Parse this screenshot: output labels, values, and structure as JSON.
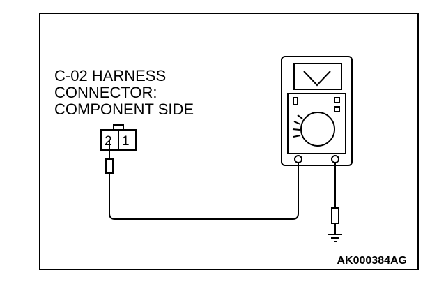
{
  "diagram": {
    "label_lines": [
      "C-02 HARNESS",
      "CONNECTOR:",
      "COMPONENT SIDE"
    ],
    "connector_pins": [
      "2",
      "1"
    ],
    "figure_code": "AK000384AG",
    "icons": [
      "connector-icon",
      "multimeter-icon",
      "ground-icon"
    ]
  }
}
